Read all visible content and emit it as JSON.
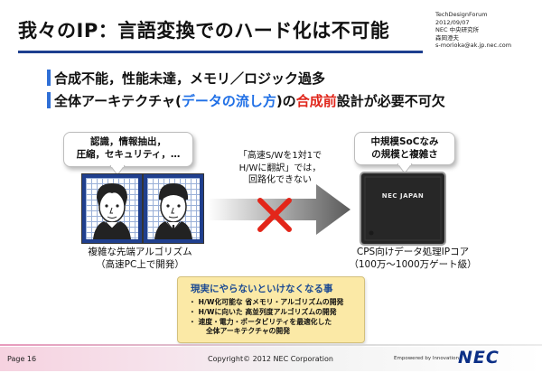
{
  "title": "我々のIP：言語変換でのハード化は不可能",
  "meta": {
    "lines": [
      "TechDesignForum",
      "2012/09/07",
      "NEC 中央研究所",
      "森岡澄夫",
      "s-morioka@ak.jp.nec.com"
    ]
  },
  "bullets": {
    "b1": "合成不能，性能未達，メモリ／ロジック過多",
    "b2": {
      "p1": "全体アーキテクチャ(",
      "p2": "データの流し方",
      "p3": ")の",
      "p4": "合成前",
      "p5": "設計が必要不可欠"
    }
  },
  "callouts": {
    "left": [
      "認識，情報抽出，",
      "圧縮，セキュリティ，…"
    ],
    "right": [
      "中規模SoCなみ",
      "の規模と複雑さ"
    ]
  },
  "captions": {
    "left": [
      "複雑な先端アルゴリズム",
      "（高速PC上で開発）"
    ],
    "right": [
      "CPS向けデータ処理IPコア",
      "（100万～1000万ゲート級）"
    ]
  },
  "note": [
    "「高速S/Wを1対1で",
    "H/Wに翻訳」では，",
    "回路化できない"
  ],
  "chip": {
    "label": "NEC JAPAN"
  },
  "summary": {
    "title": "現実にやらないといけなくなる事",
    "items": [
      "・ H/W化可能な 省メモリ・アルゴリズムの開発",
      "・ H/Wに向いた 高並列度アルゴリズムの開発",
      "・ 速度・電力・ポータビリティを最適化した",
      "全体アーキテクチャの開発"
    ]
  },
  "footer": {
    "page": "Page 16",
    "copyright": "Copyright© 2012 NEC Corporation",
    "tagline": "Empowered by Innovation",
    "logo": "NEC"
  },
  "colors": {
    "title_rule": "#1d3f8f",
    "accent_blue": "#1f6fe6",
    "accent_red": "#e0261b",
    "summary_bg": "#fbe9a6",
    "cross": "#e3261a",
    "logo": "#0b2f86"
  },
  "icons": [
    "arrow-right-icon",
    "cross-icon",
    "face-icon",
    "chip-icon"
  ]
}
